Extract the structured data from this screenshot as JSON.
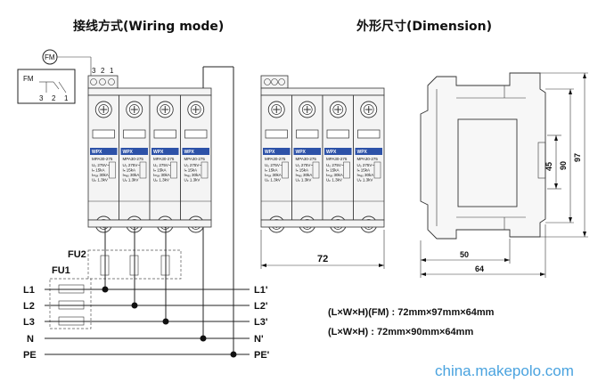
{
  "titles": {
    "wiring": "接线方式(Wiring mode)",
    "dimension": "外形尺寸(Dimension)"
  },
  "wiring": {
    "fm_label": "FM",
    "terminal_numbers": [
      "3",
      "2",
      "1"
    ],
    "fu2_label": "FU2",
    "fu1_label": "FU1",
    "lines_left": [
      "L1",
      "L2",
      "L3",
      "N",
      "PE"
    ],
    "lines_right": [
      "L1'",
      "L2'",
      "L3'",
      "N'",
      "PE'"
    ]
  },
  "module": {
    "brand": "WPX",
    "model": "MPA30-275",
    "specs": [
      "U₀ 275V~",
      "Iₙ 15kA",
      "Iₘₐₓ 30kA",
      "Uₚ 1.3kV"
    ]
  },
  "dimensions": {
    "width_72": "72",
    "depth_50": "50",
    "depth_64": "64",
    "height_45": "45",
    "height_90": "90",
    "height_97": "97",
    "spec_fm": "(L×W×H)(FM) : 72mm×97mm×64mm",
    "spec_std": "(L×W×H) : 72mm×90mm×64mm"
  },
  "watermark": "china.makepolo.com"
}
